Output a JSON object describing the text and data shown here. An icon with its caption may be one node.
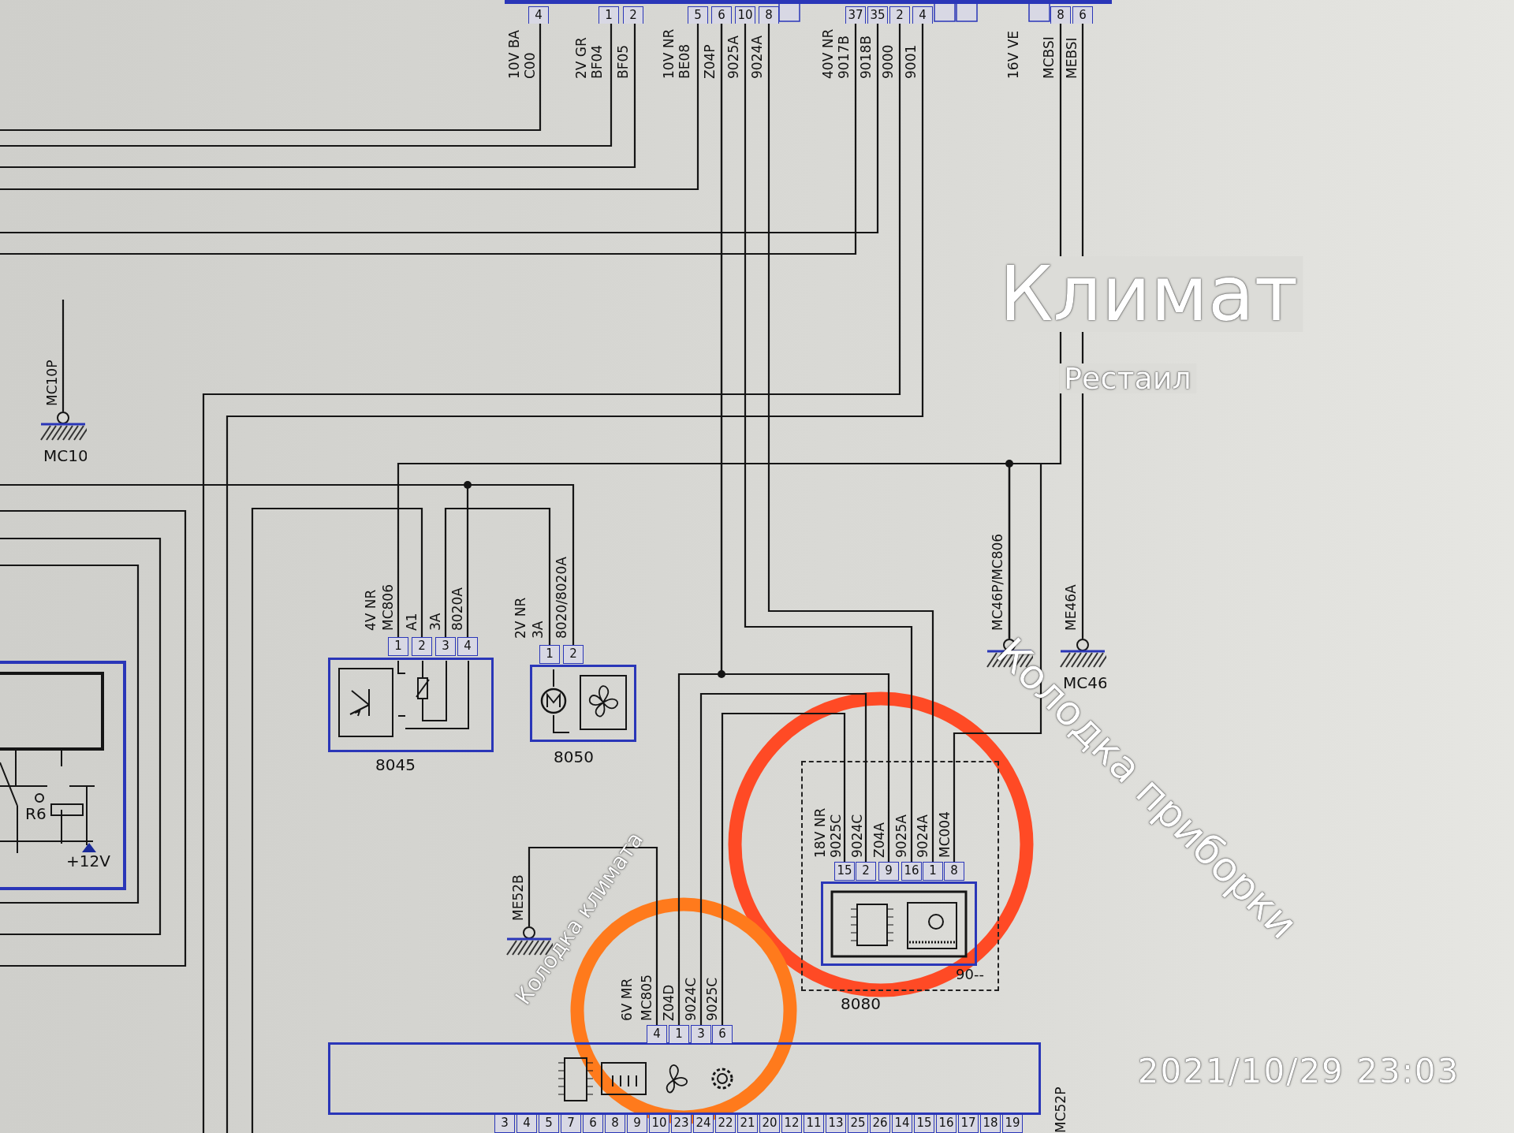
{
  "diagram": {
    "nodes": [
      {
        "text": [],
        "shape": "bar"
      },
      {
        "text": [
          "MC10"
        ]
      },
      {
        "text": [
          "8045"
        ]
      },
      {
        "text": [
          "8050"
        ]
      },
      {
        "text": [],
        "shape": "circle"
      },
      {
        "text": [
          "MC46"
        ]
      },
      {
        "text": [],
        "shape": "circle"
      },
      {
        "text": [
          "8080",
          "90--"
        ]
      },
      {
        "text": [],
        "shape": "box",
        "in": 7
      },
      {
        "text": [],
        "shape": "box"
      },
      {
        "text": [
          "R6",
          "+12V"
        ]
      }
    ],
    "edges": [
      {
        "from": 2,
        "to": 4,
        "arrow": "none"
      },
      {
        "from": 0,
        "to": 4,
        "arrow": "none"
      },
      {
        "from": 0,
        "to": 5,
        "arrow": "none"
      },
      {
        "from": 2,
        "to": 3,
        "arrow": "none"
      },
      {
        "from": 2,
        "to": 3,
        "arrow": "none"
      },
      {
        "from": 0,
        "to": 8,
        "arrow": "none"
      },
      {
        "from": 0,
        "to": 8,
        "arrow": "none"
      },
      {
        "from": 0,
        "to": 8,
        "arrow": "none"
      },
      {
        "from": 0,
        "to": 9,
        "arrow": "none"
      },
      {
        "from": 8,
        "to": 9,
        "arrow": "none"
      },
      {
        "from": 8,
        "to": 9,
        "arrow": "none"
      },
      {
        "from": 6,
        "to": 9,
        "arrow": "none"
      },
      {
        "from": 8,
        "to": 4,
        "arrow": "none"
      }
    ],
    "labels": [
      "4",
      "10V BA",
      "C00",
      "1",
      "2",
      "2V GR",
      "BF04",
      "BF05",
      "5",
      "6",
      "10",
      "8",
      "10V NR",
      "BE08",
      "Z04P",
      "9025A",
      "9024A",
      "37",
      "35",
      "2",
      "4",
      "40V NR",
      "9017B",
      "9018B",
      "9000",
      "9001",
      "16V VE",
      "8",
      "6",
      "MCBSI",
      "MEBSI",
      "MC10P",
      "4V NR",
      "MC806",
      "A1",
      "3A",
      "8020A",
      "1",
      "2",
      "3",
      "4",
      "2V NR",
      "3A",
      "8020/8020A",
      "1",
      "2",
      "MC46P/MC806",
      "ME46A",
      "ME52B",
      "6V MR",
      "MC805",
      "Z04D",
      "9024C",
      "9025C",
      "4",
      "1",
      "3",
      "6",
      "18V NR",
      "9025C",
      "9024C",
      "Z04A",
      "9025A",
      "9024A",
      "MC004",
      "15",
      "2",
      "9",
      "16",
      "1",
      "8",
      "3",
      "4",
      "5",
      "7",
      "6",
      "8",
      "9",
      "10",
      "23",
      "24",
      "22",
      "21",
      "20",
      "12",
      "11",
      "13",
      "25",
      "26",
      "14",
      "15",
      "16",
      "17",
      "18",
      "19",
      "MC52P",
      "Климат",
      "Рестаил",
      "Колодка приборки",
      "Колодка климата",
      "2021/10/29 23:03"
    ]
  }
}
